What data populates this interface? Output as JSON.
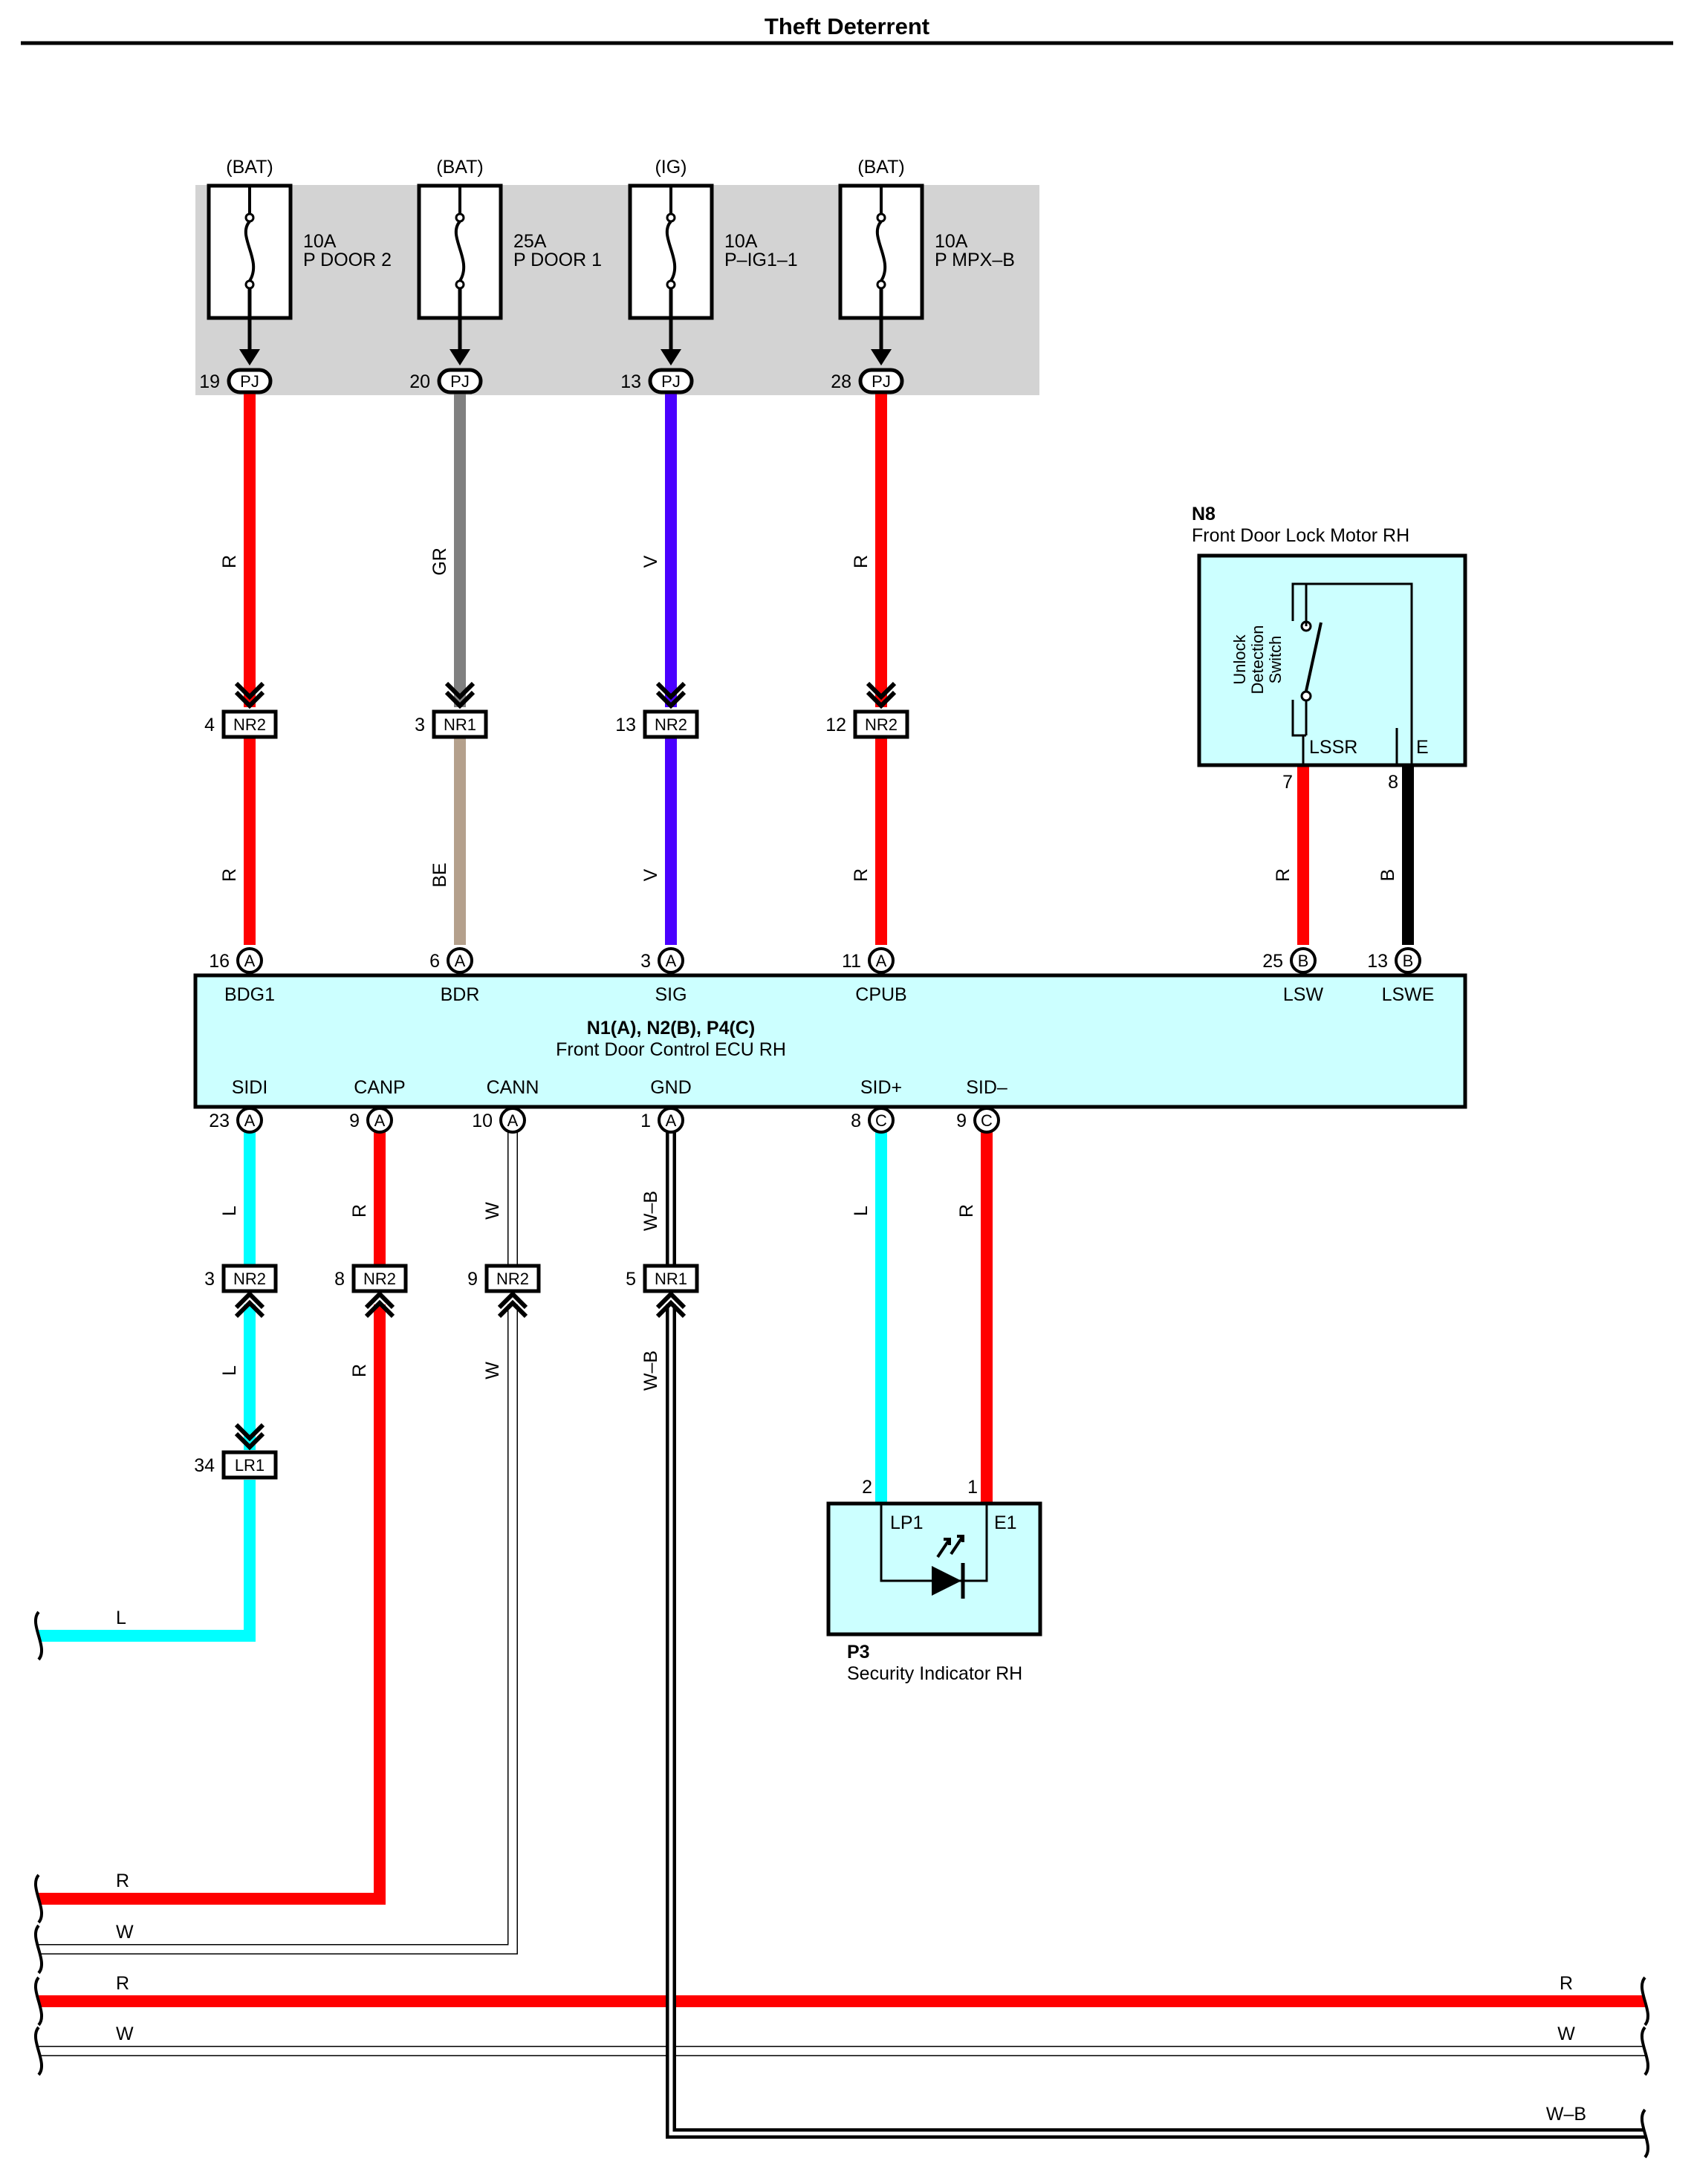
{
  "title": "Theft Deterrent",
  "colors": {
    "R": "#ff0000",
    "GR": "#808080",
    "V": "#4a00ff",
    "BE": "#b4a08c",
    "L": "#00ffff",
    "B": "#000000",
    "W": "#ffffff",
    "panel": "#d3d3d3",
    "component": "#ccffff"
  },
  "fuses": [
    {
      "source": "(BAT)",
      "rating": "10A",
      "name": "P DOOR 2",
      "pin": "19",
      "connector": "PJ"
    },
    {
      "source": "(BAT)",
      "rating": "25A",
      "name": "P DOOR 1",
      "pin": "20",
      "connector": "PJ"
    },
    {
      "source": "(IG)",
      "rating": "10A",
      "name": "P–IG1–1",
      "pin": "13",
      "connector": "PJ"
    },
    {
      "source": "(BAT)",
      "rating": "10A",
      "name": "P MPX–B",
      "pin": "28",
      "connector": "PJ"
    }
  ],
  "upper_junctions": [
    {
      "pin": "4",
      "connector": "NR2",
      "wire_above": "R",
      "wire_below": "R"
    },
    {
      "pin": "3",
      "connector": "NR1",
      "wire_above": "GR",
      "wire_below": "BE"
    },
    {
      "pin": "13",
      "connector": "NR2",
      "wire_above": "V",
      "wire_below": "V"
    },
    {
      "pin": "12",
      "connector": "NR2",
      "wire_above": "R",
      "wire_below": "R"
    }
  ],
  "ecu": {
    "id": "N1(A), N2(B), P4(C)",
    "name": "Front Door Control ECU RH",
    "top_pins": [
      {
        "num": "16",
        "conn": "A",
        "label": "BDG1"
      },
      {
        "num": "6",
        "conn": "A",
        "label": "BDR"
      },
      {
        "num": "3",
        "conn": "A",
        "label": "SIG"
      },
      {
        "num": "11",
        "conn": "A",
        "label": "CPUB"
      },
      {
        "num": "25",
        "conn": "B",
        "label": "LSW"
      },
      {
        "num": "13",
        "conn": "B",
        "label": "LSWE"
      }
    ],
    "bottom_pins": [
      {
        "num": "23",
        "conn": "A",
        "label": "SIDI"
      },
      {
        "num": "9",
        "conn": "A",
        "label": "CANP"
      },
      {
        "num": "10",
        "conn": "A",
        "label": "CANN"
      },
      {
        "num": "1",
        "conn": "A",
        "label": "GND"
      },
      {
        "num": "8",
        "conn": "C",
        "label": "SID+"
      },
      {
        "num": "9",
        "conn": "C",
        "label": "SID–"
      }
    ]
  },
  "lock_motor": {
    "id": "N8",
    "name": "Front Door Lock Motor RH",
    "switch_label": [
      "Unlock",
      "Detection",
      "Switch"
    ],
    "terminal_left": "LSSR",
    "terminal_right": "E",
    "pin_left": "7",
    "pin_right": "8",
    "wire_left": "R",
    "wire_right": "B"
  },
  "lower_junctions": [
    {
      "pin": "3",
      "connector": "NR2",
      "wire_above": "L",
      "wire_below": "L"
    },
    {
      "pin": "8",
      "connector": "NR2",
      "wire_above": "R",
      "wire_below": "R"
    },
    {
      "pin": "9",
      "connector": "NR2",
      "wire_above": "W",
      "wire_below": "W"
    },
    {
      "pin": "5",
      "connector": "NR1",
      "wire_above": "W–B",
      "wire_below": "W–B"
    }
  ],
  "lr1": {
    "pin": "34",
    "connector": "LR1"
  },
  "indicator": {
    "id": "P3",
    "name": "Security Indicator RH",
    "terminal_left": "LP1",
    "terminal_right": "E1",
    "pin_left": "2",
    "pin_right": "1",
    "wire_left": "L",
    "wire_right": "R"
  },
  "bottom_wires": {
    "sidi": "L",
    "canp": "R",
    "cann": "W",
    "bus_r_left": "R",
    "bus_r_right": "R",
    "bus_w_left": "W",
    "bus_w_right": "W",
    "ground": "W–B"
  }
}
